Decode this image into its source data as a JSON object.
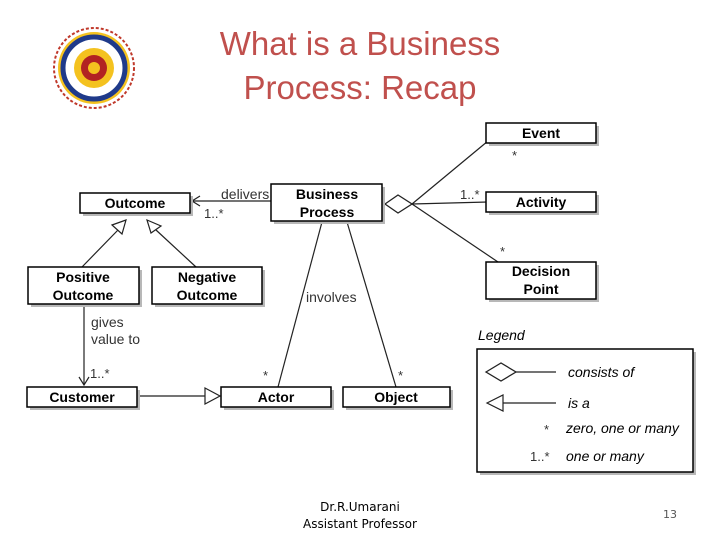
{
  "title": "What is a Business Process: Recap",
  "title_line1": "What is a Business",
  "title_line2": "Process: Recap",
  "footer": {
    "name": "Dr.R.Umarani",
    "role": "Assistant Professor",
    "page": "13"
  },
  "logo": {
    "icon": "institute-seal-logo"
  },
  "diagram": {
    "nodes": {
      "event": "Event",
      "activity": "Activity",
      "decision_point_1": "Decision",
      "decision_point_2": "Point",
      "business_process_1": "Business",
      "business_process_2": "Process",
      "outcome": "Outcome",
      "positive_outcome_1": "Positive",
      "positive_outcome_2": "Outcome",
      "negative_outcome_1": "Negative",
      "negative_outcome_2": "Outcome",
      "customer": "Customer",
      "actor": "Actor",
      "object": "Object"
    },
    "edges": {
      "delivers": "delivers",
      "delivers_mult": "1..*",
      "involves": "involves",
      "gives_1": "gives",
      "gives_2": "value to",
      "gives_mult": "1..*",
      "event_mult": "*",
      "activity_mult": "1..*",
      "decision_mult": "*",
      "actor_mult": "*",
      "object_mult": "*"
    },
    "legend": {
      "title": "Legend",
      "consists_of": "consists of",
      "is_a": "is a",
      "star_symbol": "*",
      "star_text": "zero, one or many",
      "plus_symbol": "1..*",
      "plus_text": "one or many"
    }
  }
}
